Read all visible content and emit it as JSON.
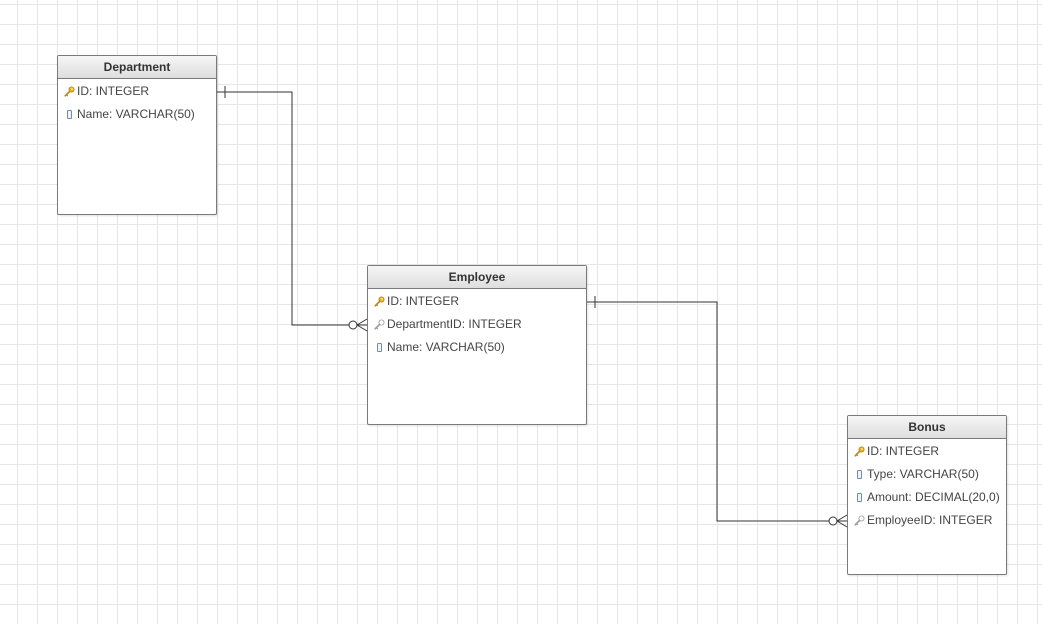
{
  "diagram": {
    "entities": [
      {
        "id": "department",
        "name": "Department",
        "attributes": [
          {
            "kind": "primary-key",
            "text": "ID: INTEGER"
          },
          {
            "kind": "column",
            "text": "Name: VARCHAR(50)"
          }
        ]
      },
      {
        "id": "employee",
        "name": "Employee",
        "attributes": [
          {
            "kind": "primary-key",
            "text": "ID: INTEGER"
          },
          {
            "kind": "foreign-key",
            "text": "DepartmentID: INTEGER"
          },
          {
            "kind": "column",
            "text": "Name: VARCHAR(50)"
          }
        ]
      },
      {
        "id": "bonus",
        "name": "Bonus",
        "attributes": [
          {
            "kind": "primary-key",
            "text": "ID: INTEGER"
          },
          {
            "kind": "column",
            "text": "Type: VARCHAR(50)"
          },
          {
            "kind": "column",
            "text": "Amount: DECIMAL(20,0)"
          },
          {
            "kind": "foreign-key",
            "text": "EmployeeID: INTEGER"
          }
        ]
      }
    ],
    "relationships": [
      {
        "from": "Department.ID",
        "to": "Employee.DepartmentID",
        "from_cardinality": "one",
        "to_cardinality": "zero-or-many"
      },
      {
        "from": "Employee.ID",
        "to": "Bonus.EmployeeID",
        "from_cardinality": "one",
        "to_cardinality": "zero-or-many"
      }
    ],
    "colors": {
      "grid": "#e6e6e6",
      "entity_border": "#7a7a7a",
      "header_gradient_top": "#f6f6f6",
      "header_gradient_bottom": "#dedede",
      "connector": "#333333",
      "primary_key_icon": "#e8b420",
      "foreign_key_icon": "#9a9a9a",
      "column_icon": "#5b8fd6"
    }
  }
}
